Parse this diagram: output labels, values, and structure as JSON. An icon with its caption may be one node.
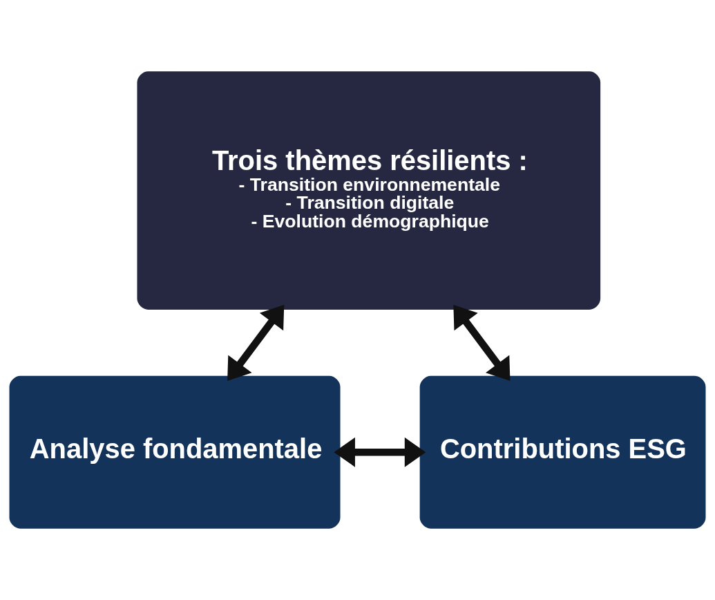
{
  "diagram": {
    "nodes": [
      {
        "text": [
          "Trois thèmes résilients :",
          "- Transition environnementale",
          "- Transition digitale",
          "- Evolution démographique"
        ]
      },
      {
        "text": [
          "Analyse fondamentale"
        ]
      },
      {
        "text": [
          "Contributions ESG"
        ]
      }
    ],
    "edges": [
      {
        "from": 0,
        "to": 1,
        "arrow": "both"
      },
      {
        "from": 0,
        "to": 2,
        "arrow": "both"
      },
      {
        "from": 1,
        "to": 2,
        "arrow": "both"
      }
    ]
  }
}
